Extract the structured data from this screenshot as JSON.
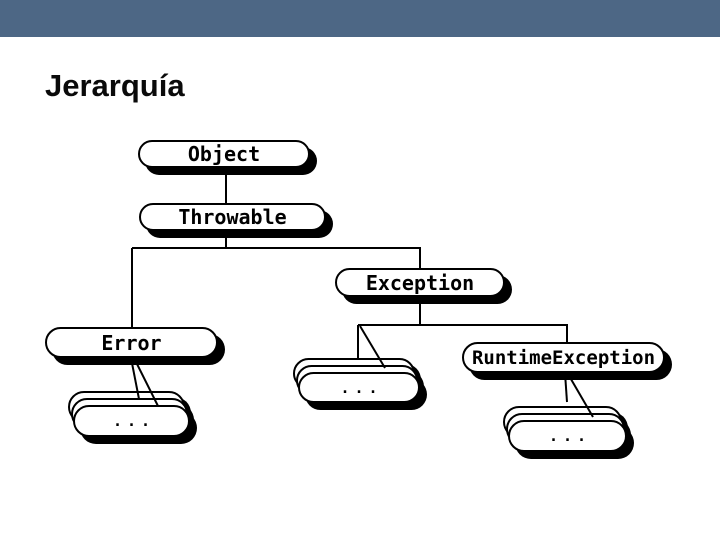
{
  "slide": {
    "title": "Jerarquía",
    "colors": {
      "header_bar": "#4d6785",
      "background": "#ffffff",
      "diagram_ink": "#000000",
      "node_fill": "#ffffff"
    }
  },
  "diagram": {
    "type": "tree",
    "description": "Java exception class hierarchy",
    "nodes": {
      "object": {
        "label": "Object",
        "parent": null
      },
      "throwable": {
        "label": "Throwable",
        "parent": "object"
      },
      "error": {
        "label": "Error",
        "parent": "throwable"
      },
      "exception": {
        "label": "Exception",
        "parent": "throwable"
      },
      "runtime_exception": {
        "label": "RuntimeException",
        "parent": "exception"
      },
      "error_subclasses": {
        "label": "...",
        "parent": "error",
        "stacked": true
      },
      "exception_subclasses": {
        "label": "...",
        "parent": "exception",
        "stacked": true
      },
      "runtime_subclasses": {
        "label": "...",
        "parent": "runtime_exception",
        "stacked": true
      }
    }
  }
}
